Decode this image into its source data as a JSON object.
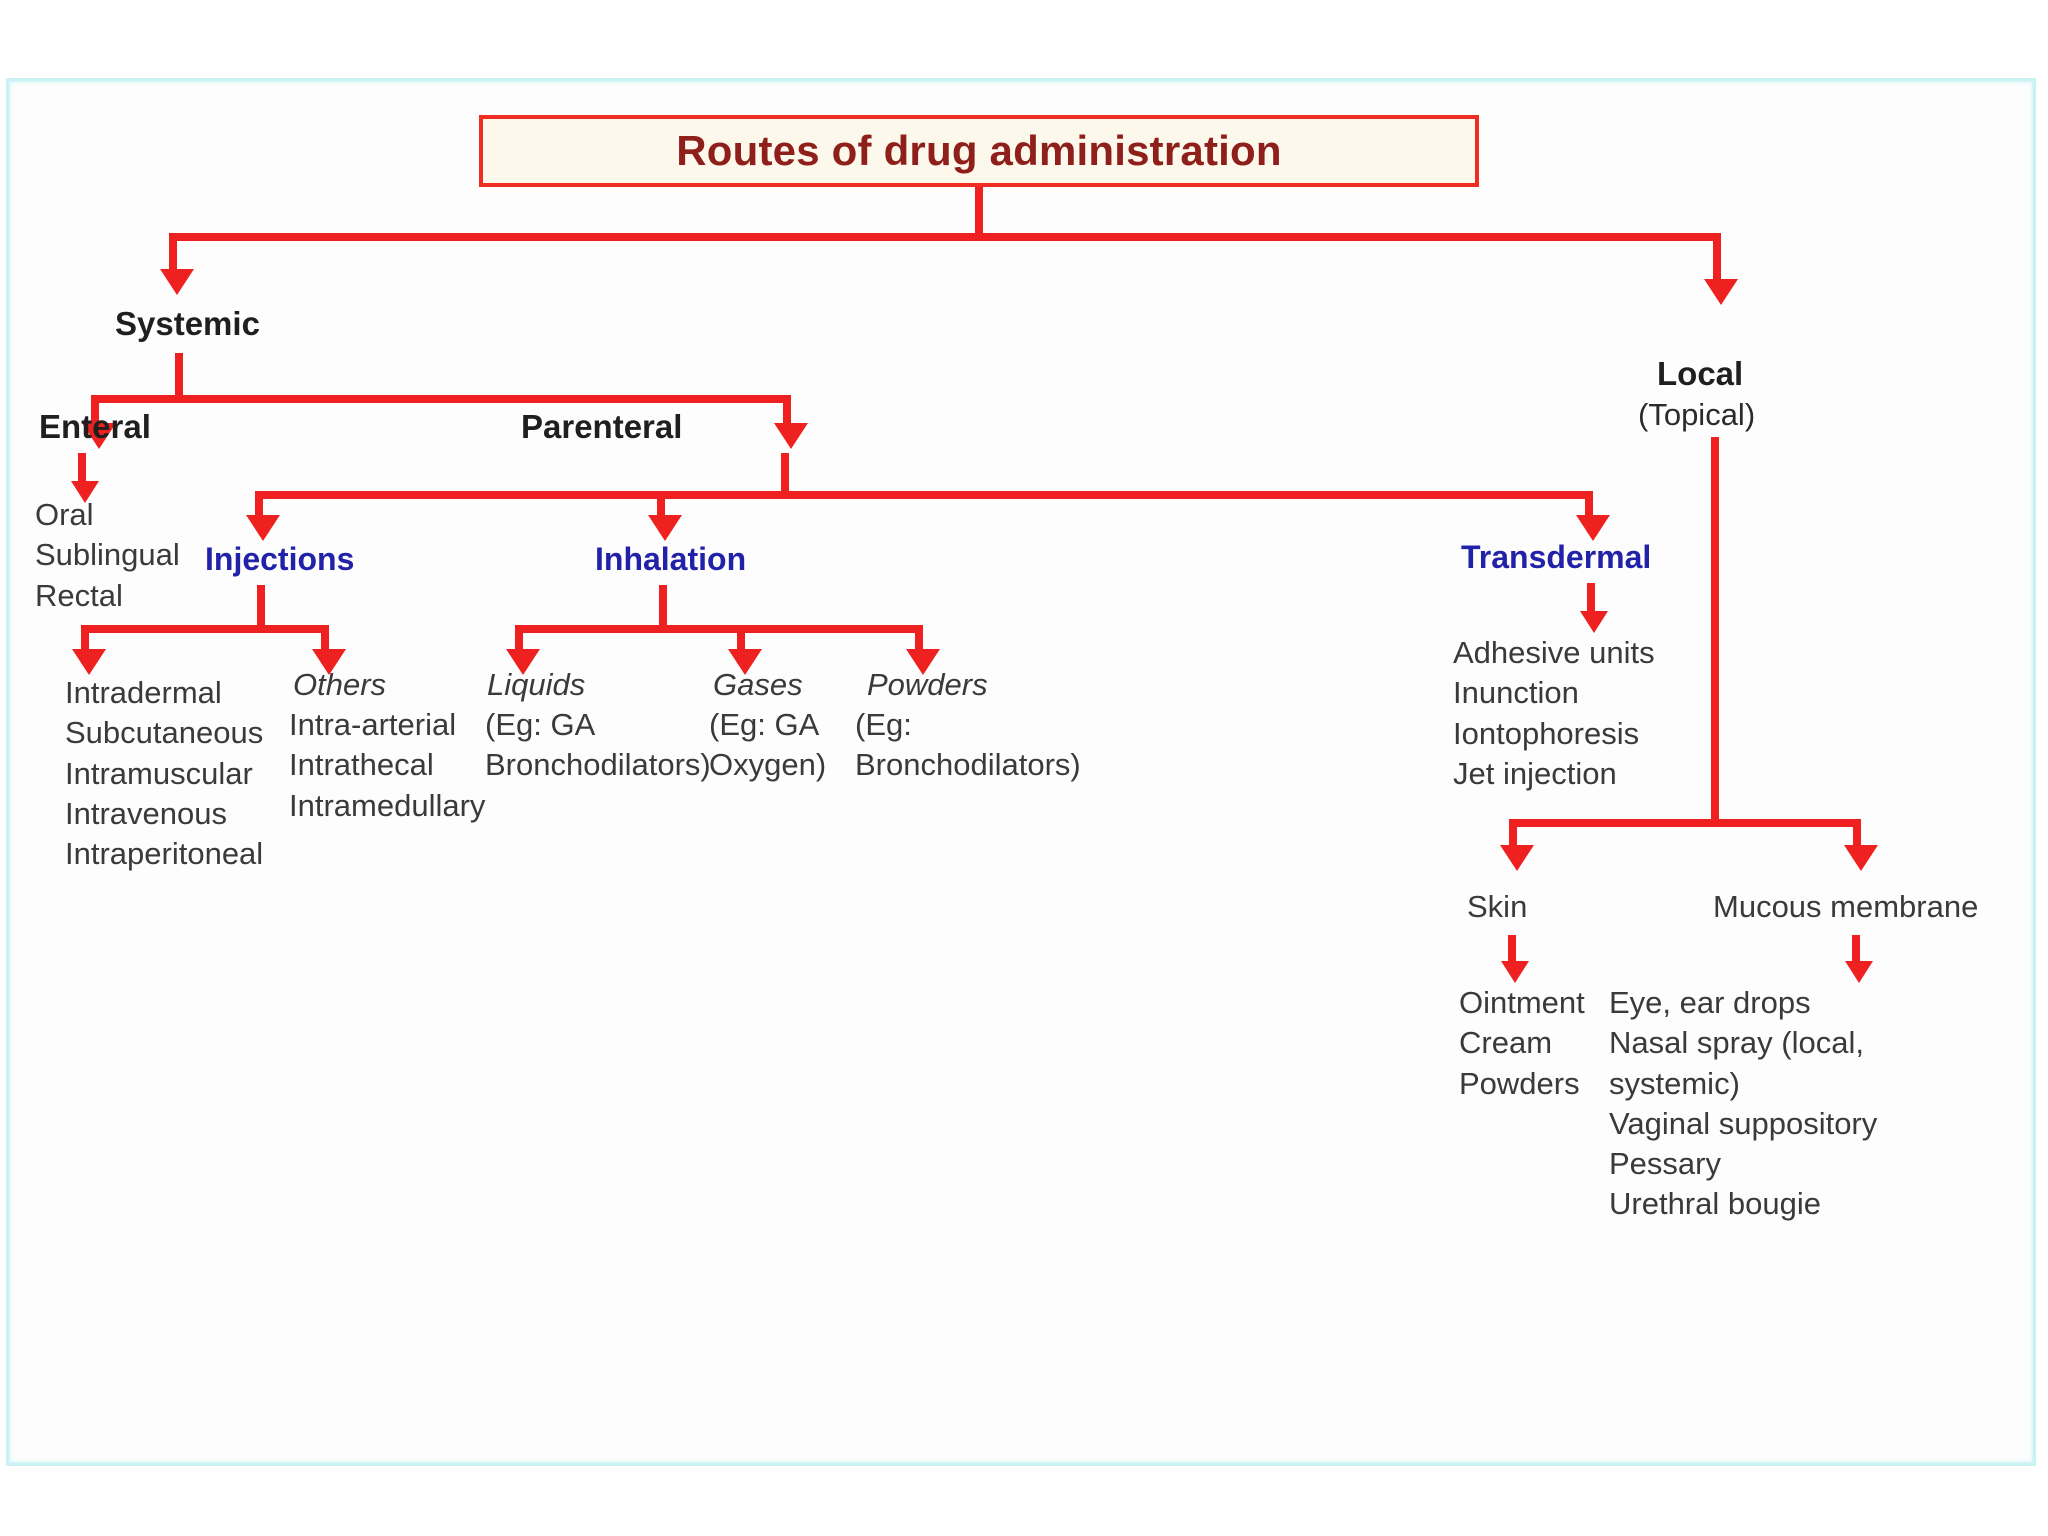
{
  "diagram": {
    "title": "Routes of drug administration",
    "accent_line_color": "#ef2020",
    "title_text_color": "#8e1f1a",
    "title_box_fill": "#fdf8ec",
    "blue_label_color": "#2222a8",
    "frame_color": "#c9f2f4",
    "nodes": {
      "systemic": "Systemic",
      "local": "Local",
      "local_sub": "(Topical)",
      "enteral": "Enteral",
      "parenteral": "Parenteral",
      "injections": "Injections",
      "inhalation": "Inhalation",
      "transdermal": "Transdermal",
      "skin": "Skin",
      "mucous_membrane": "Mucous membrane"
    },
    "leaves": {
      "enteral_routes": "Oral\nSublingual\nRectal",
      "injection_routes": "Intradermal\nSubcutaneous\nIntramuscular\nIntravenous\nIntraperitoneal",
      "others_title": "Others",
      "others_routes": "Intra-arterial\nIntrathecal\nIntramedullary",
      "liquids_title": "Liquids",
      "liquids_example": "(Eg: GA\nBronchodilators)",
      "gases_title": "Gases",
      "gases_example": "(Eg: GA\nOxygen)",
      "powders_title": "Powders",
      "powders_example": "(Eg:\nBronchodilators)",
      "transdermal_routes": "Adhesive units\nInunction\nIontophoresis\nJet injection",
      "skin_routes": "Ointment\nCream\nPowders",
      "mucous_routes": "Eye, ear drops\nNasal spray (local,\nsystemic)\nVaginal suppository\nPessary\nUrethral bougie"
    }
  }
}
